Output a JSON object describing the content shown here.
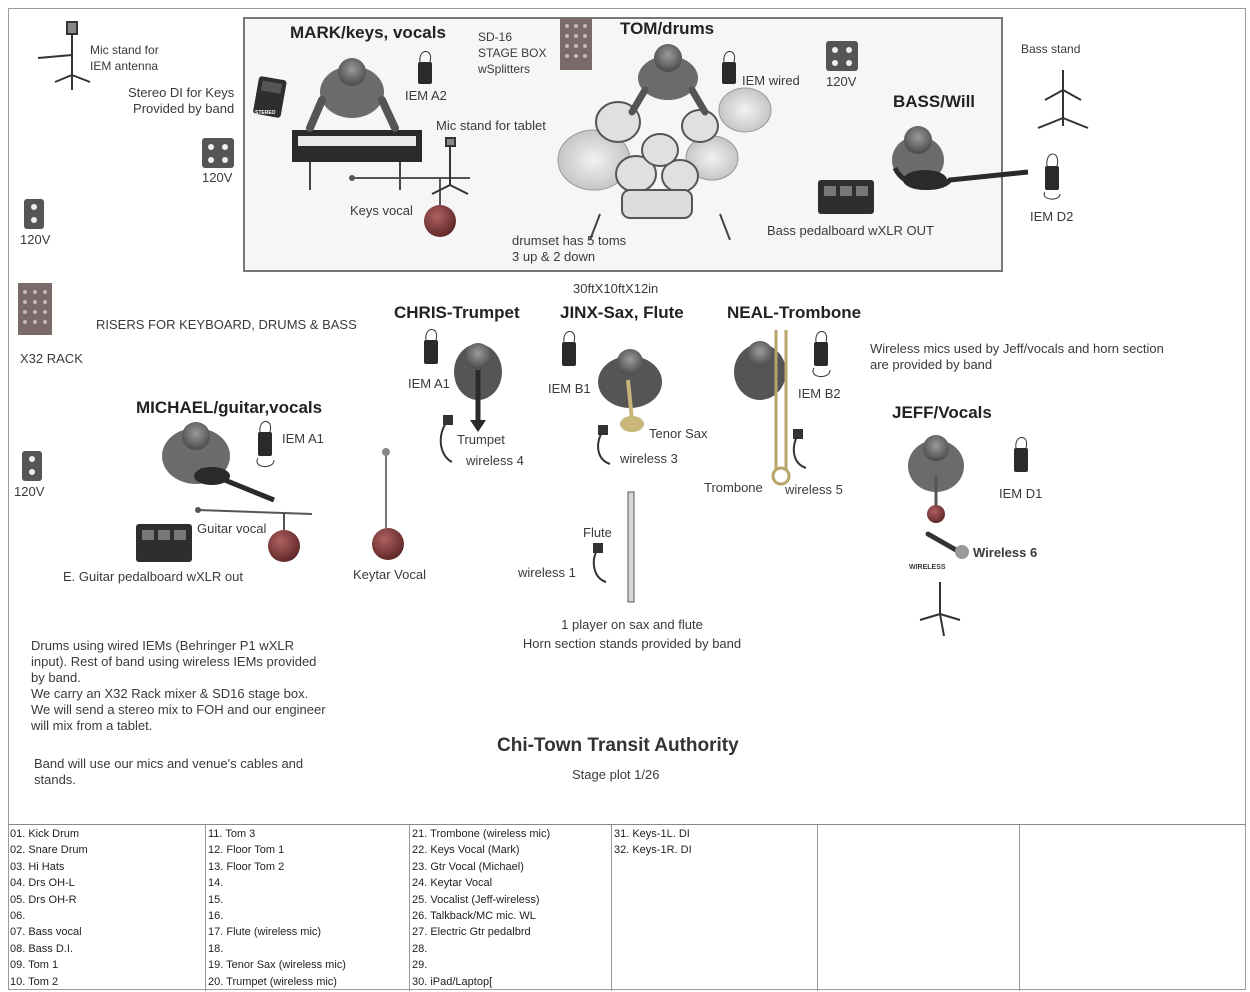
{
  "stage": {
    "riser_size": "30ftX10ftX12in",
    "risers_note": "RISERS FOR KEYBOARD, DRUMS & BASS",
    "drumset_note": "drumset has 5 toms\n3 up & 2 down"
  },
  "musicians": {
    "mark": "MARK/keys, vocals",
    "tom": "TOM/drums",
    "bass": "BASS/Will",
    "chris": "CHRIS-Trumpet",
    "jinx": "JINX-Sax, Flute",
    "neal": "NEAL-Trombone",
    "michael": "MICHAEL/guitar,vocals",
    "jeff": "JEFF/Vocals"
  },
  "labels": {
    "mic_stand_iem": "Mic stand for\nIEM antenna",
    "stereo_di": "Stereo DI for Keys\nProvided by band",
    "stereo_di_box": "STEREO\nDI",
    "outlet_120v": "120V",
    "iem_a2": "IEM A2",
    "sd16": "SD-16\nSTAGE BOX\nwSplitters",
    "mic_stand_tablet": "Mic stand for tablet",
    "keys_vocal": "Keys vocal",
    "iem_wired": "IEM wired",
    "bass_stand": "Bass stand",
    "bass_pedalboard": "Bass pedalboard wXLR OUT",
    "iem_d2": "IEM D2",
    "x32_rack": "X32 RACK",
    "iem_a1_chris": "IEM A1",
    "trumpet": "Trumpet",
    "wireless4": "wireless 4",
    "iem_b1": "IEM B1",
    "tenor_sax": "Tenor Sax",
    "wireless3": "wireless 3",
    "iem_b2": "IEM B2",
    "trombone": "Trombone",
    "wireless5": "wireless 5",
    "wireless_mics_note": "Wireless mics used by Jeff/vocals and horn section\nare provided by band",
    "iem_d1": "IEM D1",
    "wireless6": "Wireless 6",
    "wireless_tag": "WIRELESS",
    "iem_a1_michael": "IEM A1",
    "guitar_vocal": "Guitar vocal",
    "guitar_pedalboard": "E. Guitar pedalboard wXLR out",
    "keytar_vocal": "Keytar Vocal",
    "flute": "Flute",
    "wireless1": "wireless 1",
    "sax_flute_note": "1 player on sax and flute\nHorn section stands provided by band"
  },
  "notes": {
    "drums_iem": "Drums using wired IEMs (Behringer P1 wXLR\ninput). Rest of band using wireless IEMs provided\nby band.\nWe carry an X32 Rack mixer & SD16 stage box.\nWe will send a stereo mix to FOH and our engineer\nwill mix from a tablet.",
    "cables": "Band will use our mics and  venue's cables and\nstands."
  },
  "title": {
    "band": "Chi-Town Transit Authority",
    "subtitle": "Stage plot 1/26"
  },
  "input_list": {
    "columns": [
      [
        "01. Kick Drum",
        "02. Snare Drum",
        "03. Hi Hats",
        "04. Drs OH-L",
        "05. Drs OH-R",
        "06.",
        "07. Bass vocal",
        "08. Bass D.I.",
        "09. Tom 1",
        "10. Tom 2"
      ],
      [
        "11. Tom 3",
        "12. Floor Tom 1",
        "13. Floor Tom 2",
        "14.",
        "15.",
        "16.",
        "17. Flute (wireless  mic)",
        "18.",
        "19. Tenor Sax (wireless mic)",
        "20. Trumpet (wireless mic)"
      ],
      [
        "21. Trombone (wireless mic)",
        "22. Keys Vocal (Mark)",
        "23. Gtr Vocal (Michael)",
        "24. Keytar Vocal",
        "25. Vocalist (Jeff-wireless)",
        "26. Talkback/MC mic. WL",
        "27. Electric Gtr pedalbrd",
        "28.",
        "29.",
        "30. iPad/Laptop["
      ],
      [
        "31. Keys-1L. DI",
        "32. Keys-1R. DI"
      ],
      [],
      []
    ]
  },
  "colors": {
    "person": "#6b6b6b",
    "mic_base": "#7a3a3a",
    "riser_fill": "#f6f6f6"
  }
}
